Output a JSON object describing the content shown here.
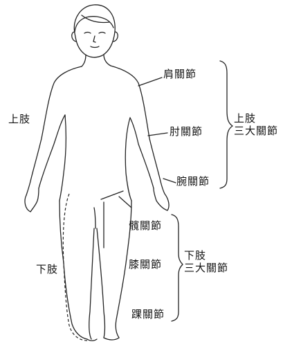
{
  "labels": {
    "upper_limb": "上肢",
    "lower_limb": "下肢",
    "shoulder": "肩關節",
    "elbow": "肘關節",
    "wrist": "腕關節",
    "hip": "髖關節",
    "knee": "膝關節",
    "ankle": "踝關節"
  },
  "groups": {
    "upper": {
      "line1": "上肢",
      "line2": "三大關節"
    },
    "lower": {
      "line1": "下肢",
      "line2": "三大關節"
    }
  },
  "colors": {
    "stroke": "#222222",
    "text": "#111111",
    "background": "#ffffff"
  }
}
